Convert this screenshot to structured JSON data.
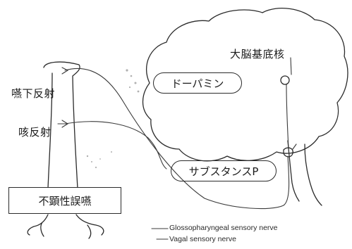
{
  "labels": {
    "basal_ganglia": "大脳基底核",
    "swallow_reflex": "嚥下反射",
    "cough_reflex": "咳反射",
    "dopamine": "ドーパミン",
    "substance_p": "サブスタンスP",
    "silent_aspiration": "不顕性誤嚥",
    "glossopharyngeal": "Glossopharyngeal sensory nerve",
    "vagal": "Vagal sensory nerve"
  },
  "colors": {
    "line": "#2b2b2b",
    "background": "#ffffff"
  }
}
